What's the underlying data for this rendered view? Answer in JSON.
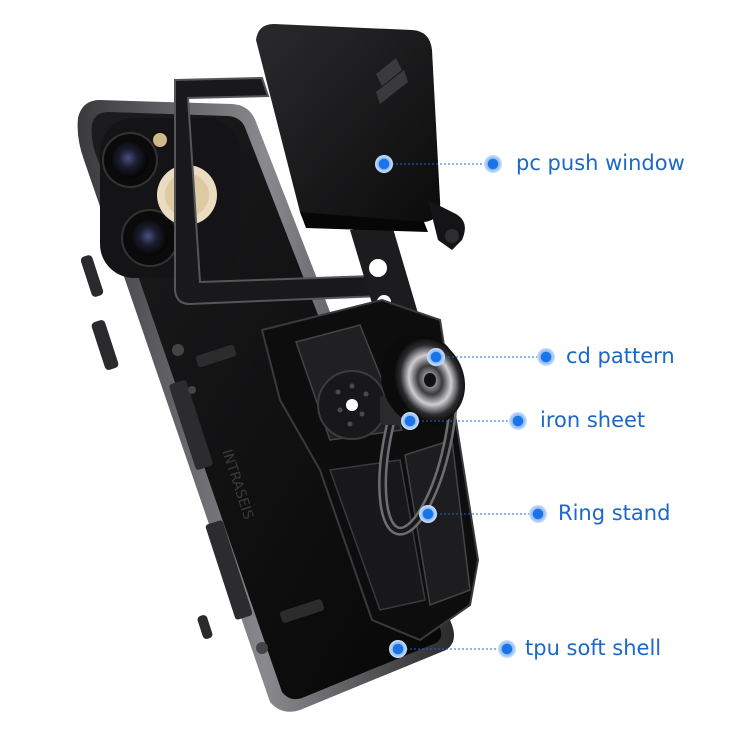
{
  "labels": {
    "push_window": "pc push window",
    "cd_pattern": "cd pattern",
    "iron_sheet": "iron sheet",
    "ring_stand": "Ring stand",
    "tpu_shell": "tpu soft shell"
  },
  "colors": {
    "callout_blue": "#1b68c9",
    "dot_outer": "#8ab8ee",
    "dot_inner": "#1a73e8",
    "case_black": "#0f0f10",
    "case_edge": "#6e6e72",
    "lens_gold": "#ddc9a2"
  },
  "case_text": "INTRASEIS"
}
